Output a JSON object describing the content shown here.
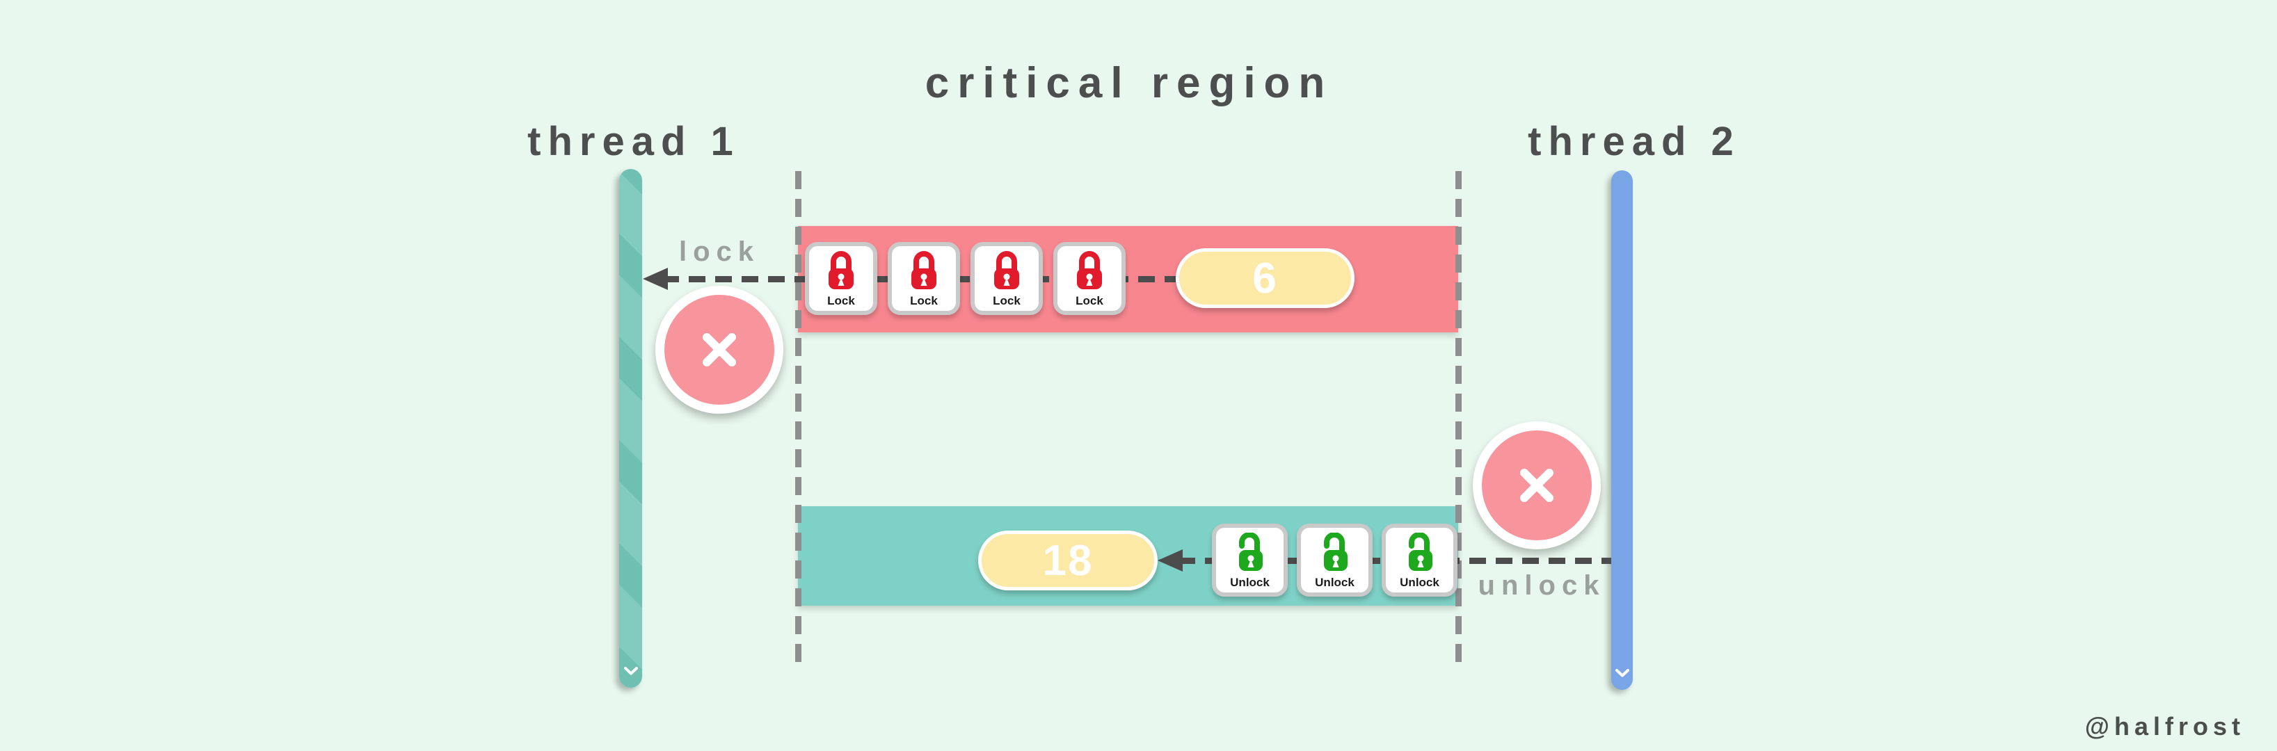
{
  "title": "critical region",
  "watermark": "@halfrost",
  "thread1": {
    "label": "thread 1"
  },
  "thread2": {
    "label": "thread 2"
  },
  "lock_flow": {
    "arrow_label": "lock",
    "icon_label": "Lock",
    "icon_count": 4,
    "badge_value": "6",
    "band_color": "#f7868f",
    "icon_color": "#e11a2c",
    "result": "blocked"
  },
  "unlock_flow": {
    "arrow_label": "unlock",
    "icon_label": "Unlock",
    "icon_count": 3,
    "badge_value": "18",
    "band_color": "#7ed1c6",
    "icon_color": "#1ea81e",
    "result": "blocked"
  },
  "icons": {
    "lock": "lock-icon",
    "unlock": "unlock-icon",
    "blocked": "blocked-x-icon",
    "chevron": "chevron-down-icon",
    "arrow": "arrow-left-icon"
  },
  "colors": {
    "background": "#e9f8ef",
    "thread1_bar": "#74c5b8",
    "thread2_bar": "#79a5e6",
    "badge_bg": "#fbe9a5",
    "badge_text": "#ffffff",
    "blocked_circle": "#f8949c",
    "boundary_dash": "#8e8e8e",
    "arrow_dash": "#4c4c4c",
    "text_dark": "#4d4f4e",
    "text_gray": "#9aa09b"
  }
}
